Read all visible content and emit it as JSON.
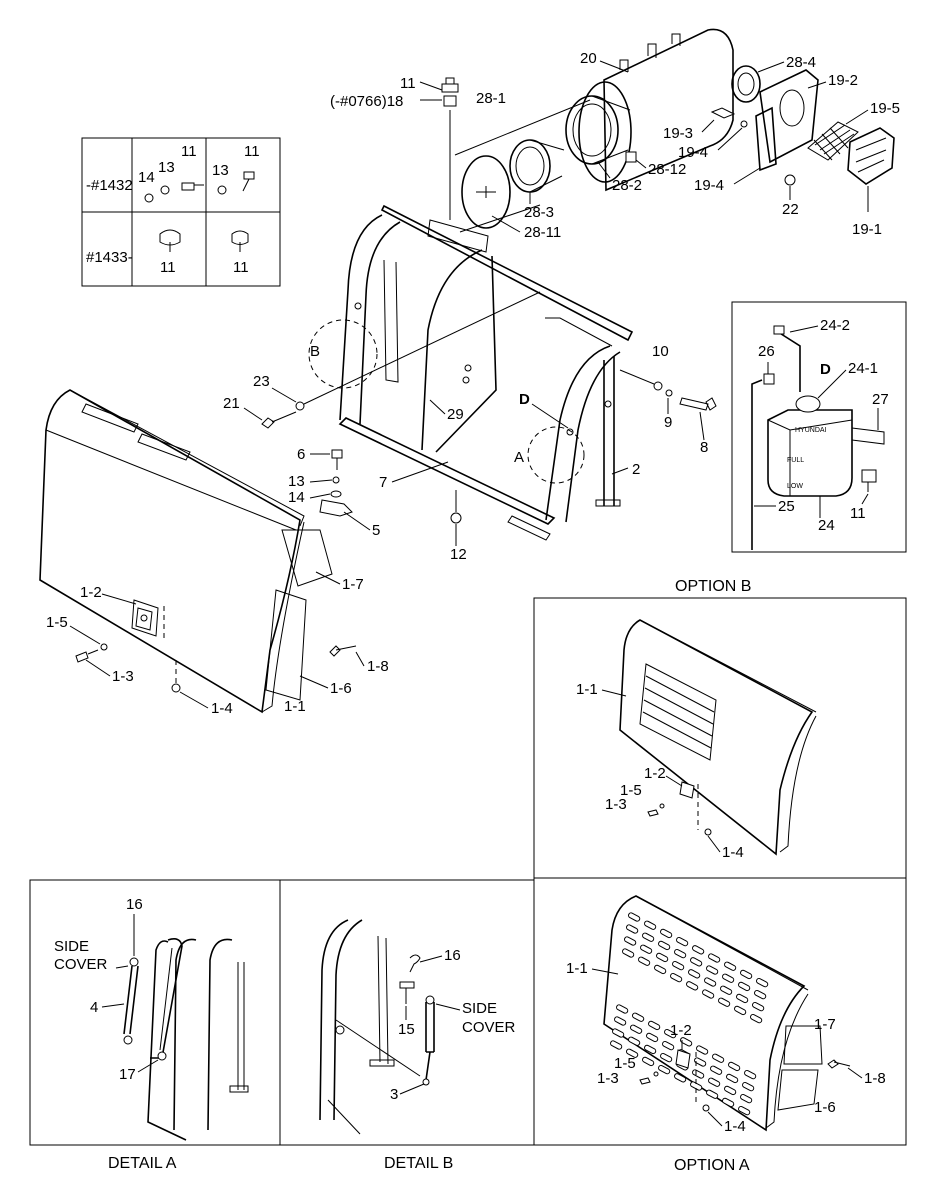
{
  "labels": {
    "n20": "20",
    "n28_4": "28-4",
    "n19_2": "19-2",
    "n19_5": "19-5",
    "n11_top": "11",
    "n18_top": "(-#0766)18",
    "n28_1": "28-1",
    "n19_3": "19-3",
    "n19_4a": "19-4",
    "n28_12": "28-12",
    "n19_4b": "19-4",
    "n28_2": "28-2",
    "n22": "22",
    "n28_3": "28-3",
    "n28_11": "28-11",
    "n19_1": "19-1",
    "n24_2": "24-2",
    "n26": "26",
    "d_tank": "D",
    "n24_1": "24-1",
    "n27": "27",
    "n25": "25",
    "n24": "24",
    "n11_tank": "11",
    "n10": "10",
    "n9": "9",
    "n8": "8",
    "d_frame": "D",
    "a_frame": "A",
    "n2": "2",
    "b_frame": "B",
    "n23": "23",
    "n21": "21",
    "n29": "29",
    "n6": "6",
    "n7": "7",
    "n13_mid": "13",
    "n14_mid": "14",
    "n5": "5",
    "n12": "12",
    "n1_2": "1-2",
    "n1_5": "1-5",
    "n1_3": "1-3",
    "n1_4": "1-4",
    "n1_1": "1-1",
    "n1_7": "1-7",
    "n1_6": "1-6",
    "n1_8": "1-8",
    "ob_1_1": "1-1",
    "ob_1_2": "1-2",
    "ob_1_5": "1-5",
    "ob_1_3": "1-3",
    "ob_1_4": "1-4",
    "da_16": "16",
    "da_side": "SIDE",
    "da_cover": "COVER",
    "da_4": "4",
    "da_17": "17",
    "db_16": "16",
    "db_side": "SIDE",
    "db_cover": "COVER",
    "db_15": "15",
    "db_3": "3",
    "oa_1_1": "1-1",
    "oa_1_2": "1-2",
    "oa_1_5": "1-5",
    "oa_1_3": "1-3",
    "oa_1_7": "1-7",
    "oa_1_8": "1-8",
    "oa_1_6": "1-6",
    "oa_1_4": "1-4"
  },
  "table": {
    "row1": "-#1432",
    "row2": "#1433-",
    "c1_14": "14",
    "c1_13": "13",
    "c1_11": "11",
    "c2_13": "13",
    "c2_11": "11",
    "c3_11": "11",
    "c4_11": "11"
  },
  "tank_markings": {
    "brand": "HYUNDAI",
    "full": "FULL",
    "low": "LOW"
  },
  "captions": {
    "option_b": "OPTION B",
    "detail_a": "DETAIL A",
    "detail_b": "DETAIL B",
    "option_a": "OPTION A"
  }
}
